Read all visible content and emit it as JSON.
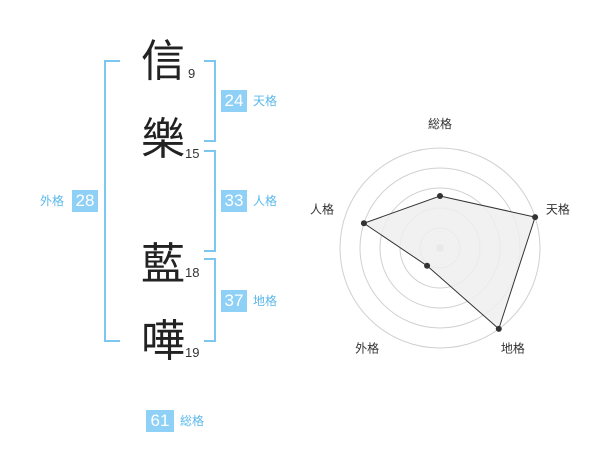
{
  "name_chars": [
    {
      "char": "信",
      "strokes": "9"
    },
    {
      "char": "樂",
      "strokes": "15"
    },
    {
      "char": "藍",
      "strokes": "18"
    },
    {
      "char": "嘩",
      "strokes": "19"
    }
  ],
  "kaku": {
    "ten": {
      "label": "天格",
      "value": "24"
    },
    "jin": {
      "label": "人格",
      "value": "33"
    },
    "chi": {
      "label": "地格",
      "value": "37"
    },
    "gai": {
      "label": "外格",
      "value": "28"
    },
    "sou": {
      "label": "総格",
      "value": "61"
    }
  },
  "radar": {
    "axes": [
      "総格",
      "天格",
      "地格",
      "外格",
      "人格"
    ],
    "levels": 5,
    "values": [
      2.6,
      5,
      5,
      1.1,
      4
    ],
    "max": 5,
    "colors": {
      "fill": "#efefef",
      "stroke": "#333333",
      "grid": "#d0d0d0",
      "center": "#c8c8c8"
    }
  },
  "chart_data": {
    "type": "radar",
    "categories": [
      "総格",
      "天格",
      "地格",
      "外格",
      "人格"
    ],
    "values": [
      2.6,
      5,
      5,
      1.1,
      4
    ],
    "range": [
      0,
      5
    ]
  }
}
